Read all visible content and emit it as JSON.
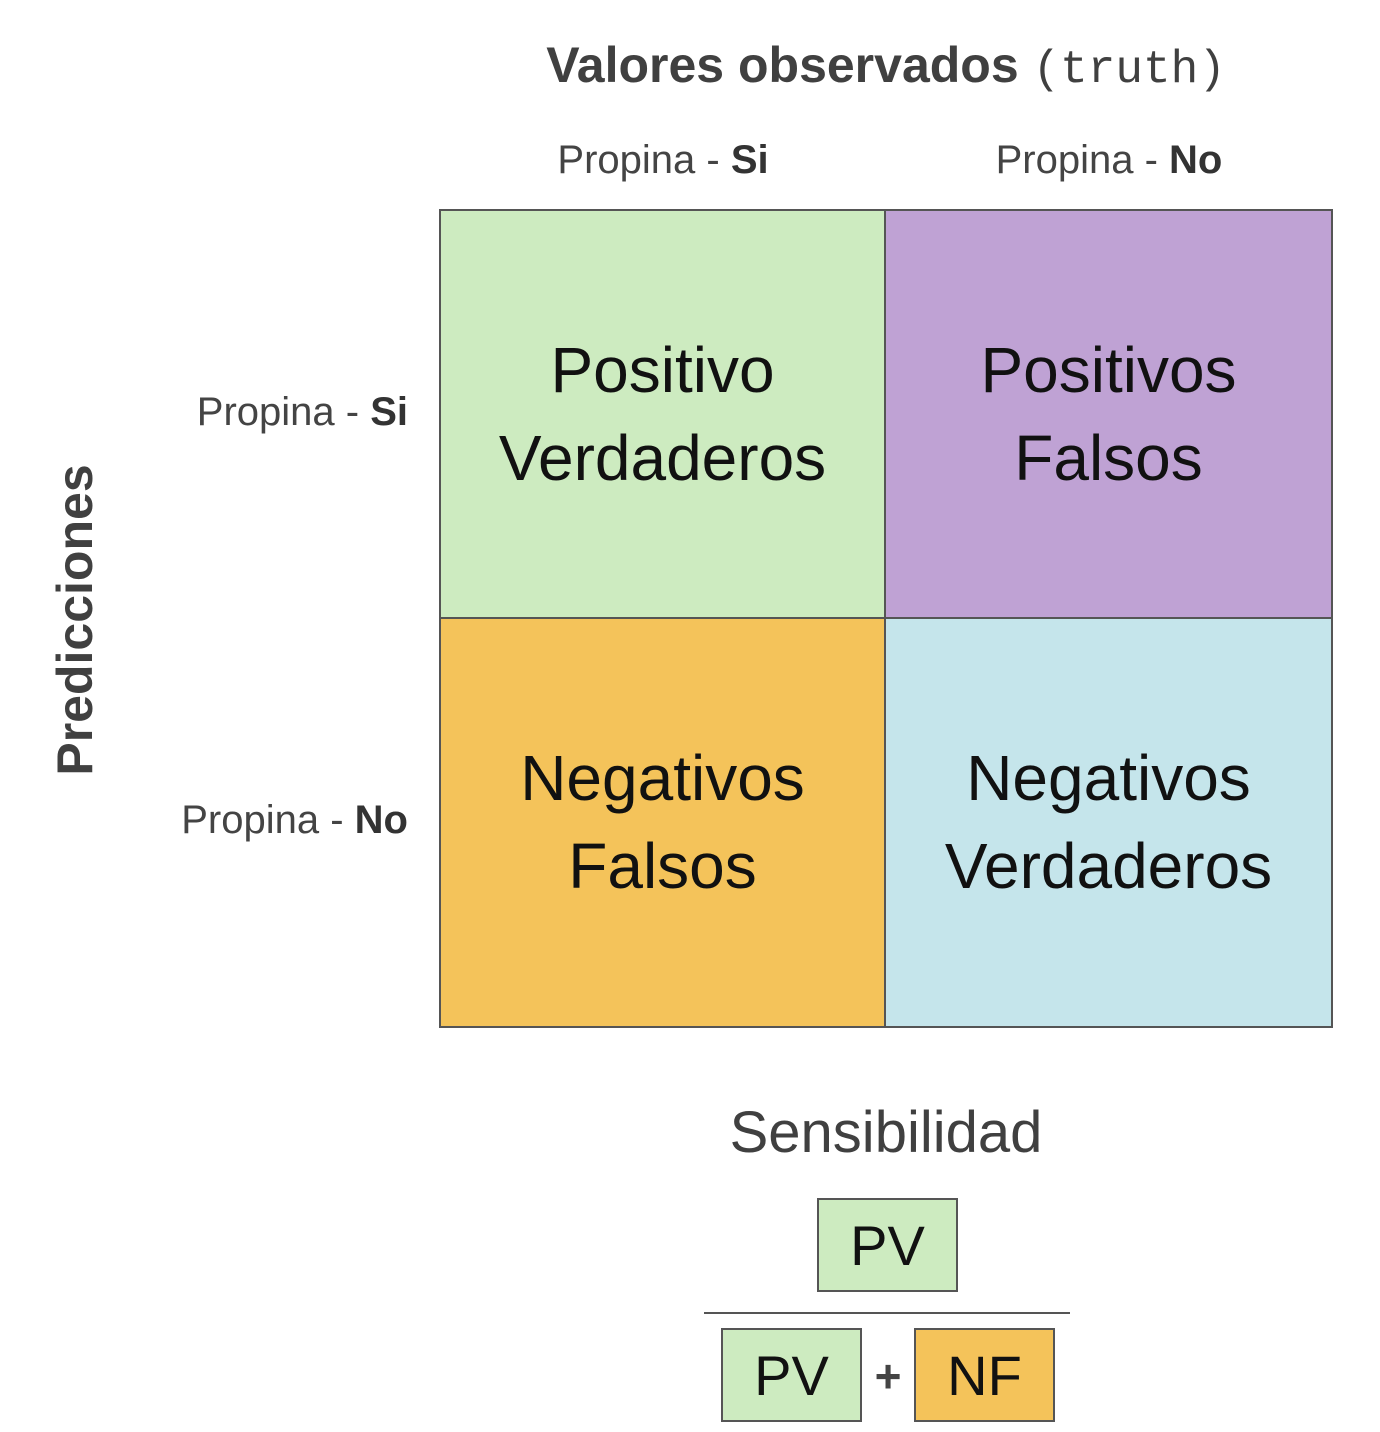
{
  "colors": {
    "true_positive": "#cdebc0",
    "false_positive": "#bfa2d4",
    "false_negative": "#f4c35a",
    "true_negative": "#c5e5eb",
    "grid_line": "#555555",
    "text": "#444444"
  },
  "header": {
    "title_bold": "Valores observados",
    "title_code": "(truth)"
  },
  "columns": [
    {
      "prefix": "Propina - ",
      "value": "Si"
    },
    {
      "prefix": "Propina - ",
      "value": "No"
    }
  ],
  "side": {
    "title": "Predicciones"
  },
  "rows": [
    {
      "prefix": "Propina - ",
      "value": "Si"
    },
    {
      "prefix": "Propina - ",
      "value": "No"
    }
  ],
  "cells": {
    "tp": {
      "line1": "Positivo",
      "line2": "Verdaderos"
    },
    "fp": {
      "line1": "Positivos",
      "line2": "Falsos"
    },
    "fn": {
      "line1": "Negativos",
      "line2": "Falsos"
    },
    "tn": {
      "line1": "Negativos",
      "line2": "Verdaderos"
    }
  },
  "formula": {
    "title": "Sensibilidad",
    "numerator": "PV",
    "denominator_a": "PV",
    "operator": "+",
    "denominator_b": "NF"
  }
}
